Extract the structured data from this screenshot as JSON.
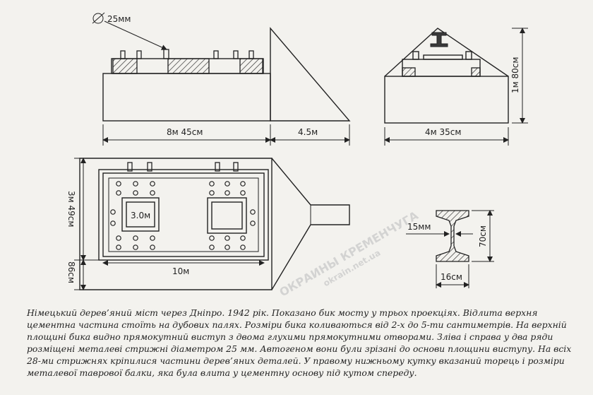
{
  "labels": {
    "bolt_diameter": "25мм",
    "length_main": "8м 45см",
    "length_nose": "4.5м",
    "width_side": "4м 35см",
    "height": "1м 80см",
    "depth": "3м 49см",
    "offset": "86см",
    "inner_width": "10м",
    "web_thickness": "15мм",
    "beam_height": "70см",
    "flange_width": "16см",
    "hole_note": "3.0м"
  },
  "watermark": {
    "line1": "ОКРАИНЫ КРЕМЕНЧУГА",
    "line2": "okrain.net.ua"
  },
  "caption": [
    "Німецький дерев’яний міст через Дніпро. 1942 рік.  Показано бик мосту у трьох проекціях. Відлита верхня",
    "цементна частина стоїть на дубових палях. Розміри бика коливаються від 2-х до 5-ти сантиметрів. На верхній",
    "площині бика видно прямокутний виступ з двома глухими  прямокутними отворами. Зліва і справа у два ряди",
    "розміщені металеві стрижні діаметром 25 мм. Автогеном вони були зрізані до основи площини виступу. На всіх",
    "28-ми стрижнях кріпилися частини дерев’яних деталей. У правому нижньому кутку вказаний торець і розміри",
    "металевої таврової балки, яка була влита у цементну основу під кутом спереду."
  ]
}
